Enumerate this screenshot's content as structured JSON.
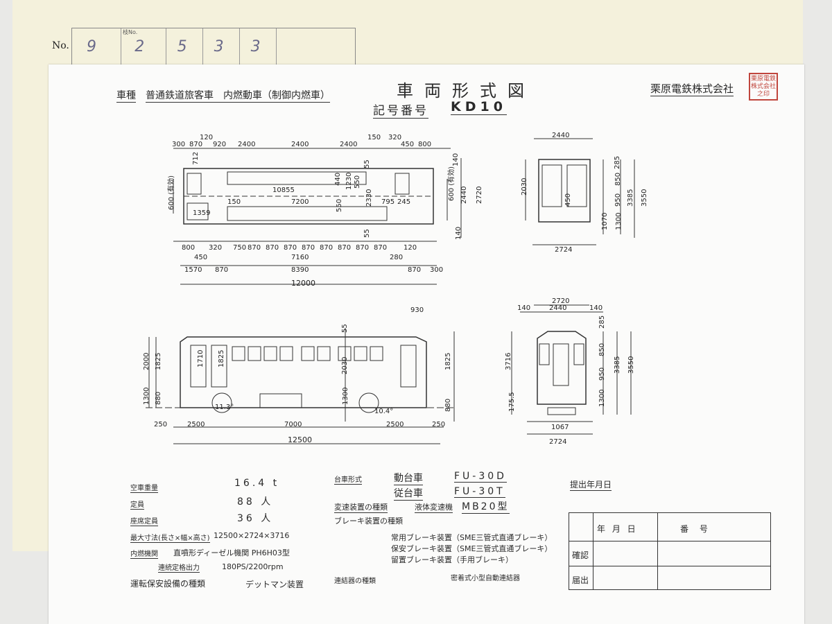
{
  "index_card": {
    "no_label": "No.",
    "sub_label": "枝No.",
    "cells": [
      "9",
      "2",
      "5",
      "3",
      "3"
    ]
  },
  "header": {
    "category_label": "車種",
    "category_value": "普通鉄道旅客車　内燃動車（制御内燃車）",
    "title": "車両形式図",
    "symbol_label": "記号番号",
    "symbol_value": "KD10",
    "company": "栗原電鉄株式会社",
    "seal_text": "栗原電鉄株式会社之印"
  },
  "drawing_top_dims": {
    "top_row": [
      "300",
      "870",
      "920",
      "2400",
      "2400",
      "2400",
      "150",
      "450",
      "800"
    ],
    "top_small": [
      "120",
      "320"
    ],
    "inner": [
      "10855",
      "7200",
      "795",
      "245",
      "150",
      "1359"
    ],
    "left_vertical": [
      "600 (有効)",
      "712"
    ],
    "right_vertical": [
      "140",
      "2720",
      "2440",
      "140",
      "600 (有効)"
    ],
    "center_vertical": [
      "55",
      "440",
      "1230",
      "550",
      "2330",
      "550",
      "55"
    ],
    "bottom_row": [
      "800",
      "320",
      "750",
      "870",
      "870",
      "870",
      "870",
      "870",
      "870",
      "870",
      "870",
      "120"
    ],
    "bottom_row2": [
      "450",
      "7160",
      "280"
    ],
    "bottom_row3": [
      "1570",
      "870",
      "8390",
      "870",
      "300"
    ],
    "bottom_total": "12000"
  },
  "drawing_end_top": {
    "width": "2440",
    "bottom_width": "2724",
    "verticals": [
      "2030",
      "450",
      "1070",
      "1300",
      "285",
      "850",
      "950",
      "3385",
      "3550"
    ]
  },
  "drawing_side": {
    "top_dims": [
      "930"
    ],
    "left_vertical": [
      "2000",
      "1825",
      "1300",
      "880",
      "1710",
      "1825"
    ],
    "center_vertical": [
      "55",
      "2030",
      "1300"
    ],
    "right_vertical": [
      "1825",
      "880"
    ],
    "angles": [
      "11.3°",
      "10.4°"
    ],
    "bottom_row": [
      "250",
      "2500",
      "7000",
      "2500",
      "250"
    ],
    "bottom_total": "12500"
  },
  "drawing_end_front": {
    "top": [
      "2720",
      "140",
      "2440",
      "140"
    ],
    "verticals": [
      "3716",
      "175.5",
      "285",
      "850",
      "950",
      "1300",
      "3385",
      "3550"
    ],
    "bottom": [
      "1067",
      "2724"
    ]
  },
  "specs": [
    {
      "label": "空車重量",
      "value": "16.4 t"
    },
    {
      "label": "定員",
      "value": "88 人"
    },
    {
      "label": "座席定員",
      "value": "36 人"
    },
    {
      "label": "最大寸法(長さ×幅×高さ)",
      "value": "12500×2724×3716"
    },
    {
      "label": "内燃機関",
      "value": "直噴形ディーゼル機関 PH6H03型"
    },
    {
      "label": "連続定格出力",
      "value": "180PS/2200rpm"
    },
    {
      "label": "運転保安設備の種類",
      "value": "デットマン装置"
    }
  ],
  "bogies": {
    "label": "台車形式",
    "motor_label": "動台車",
    "motor_value": "FU-30D",
    "trailer_label": "従台車",
    "trailer_value": "FU-30T"
  },
  "transmission": {
    "label": "変速装置の種類",
    "sub": "液体変速機",
    "value": "MB20型"
  },
  "brakes": {
    "label": "ブレーキ装置の種類",
    "items": [
      "常用ブレーキ装置（SME三管式直通ブレーキ）",
      "保安ブレーキ装置（SME三管式直通ブレーキ）",
      "留置ブレーキ装置（手用ブレーキ）"
    ]
  },
  "coupler": {
    "label": "連結器の種類",
    "value": "密着式小型自動連結器"
  },
  "submission": {
    "label": "提出年月日"
  },
  "stamp_table": {
    "header_date": "年 月 日",
    "header_number": "番 号",
    "row1": "確認",
    "row2": "届出"
  }
}
